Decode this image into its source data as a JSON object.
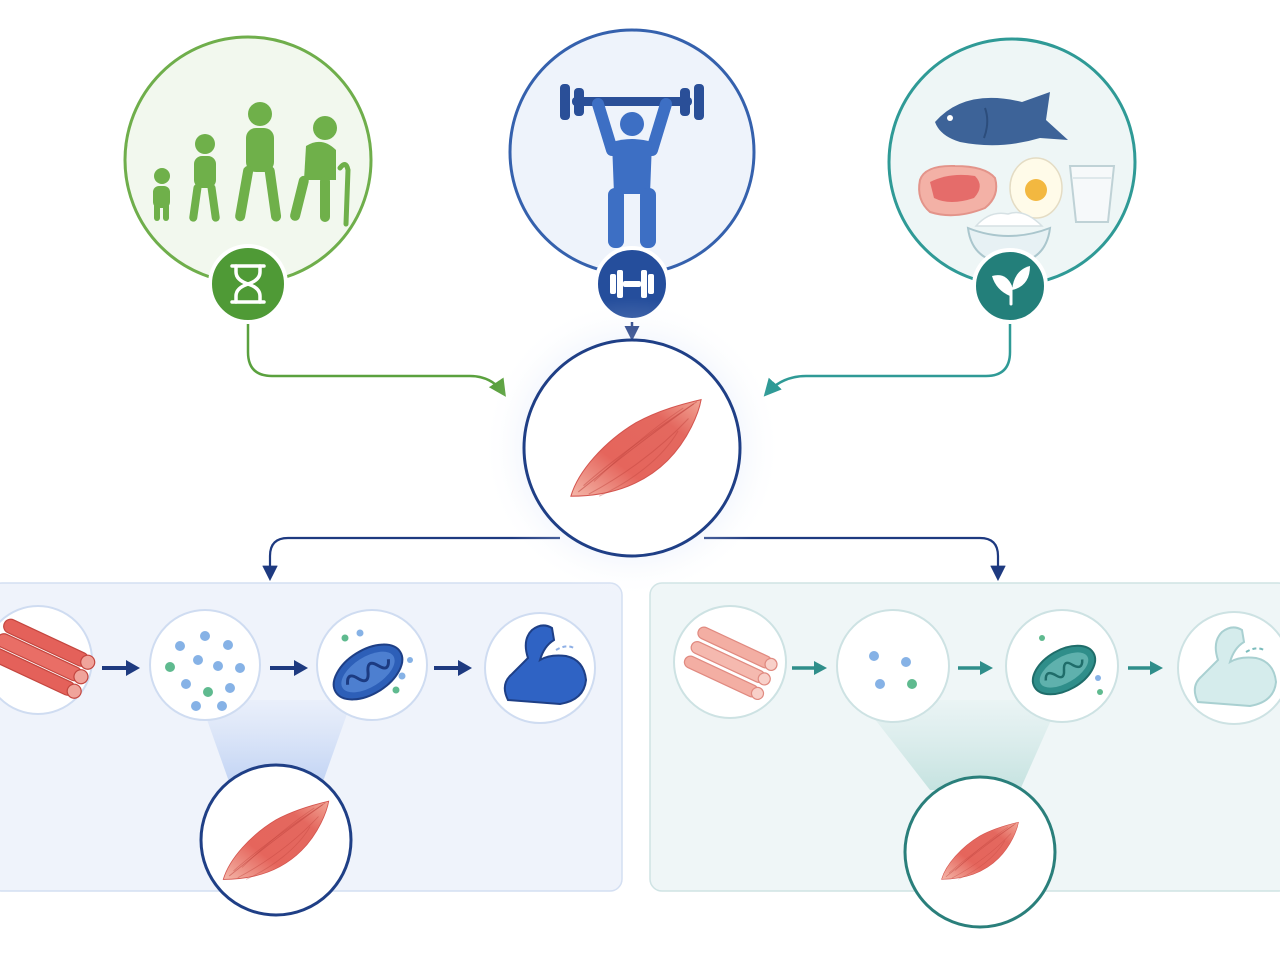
{
  "diagram": {
    "title": "",
    "factors": [
      {
        "id": "aging",
        "name": "",
        "badge_icon": "hourglass-icon",
        "color": "#5aa13e"
      },
      {
        "id": "exercise",
        "name": "",
        "badge_icon": "dumbbell-icon",
        "color": "#2c5aa8"
      },
      {
        "id": "nutrition",
        "name": "",
        "badge_icon": "leaf-icon",
        "color": "#2f9a96"
      }
    ],
    "central_node": {
      "icon": "muscle-icon",
      "color": "#1f3f86"
    },
    "pathways": [
      {
        "id": "anabolic",
        "steps": [
          "muscle-fibers-icon",
          "molecules-icon",
          "mitochondria-icon",
          "flexed-arm-icon"
        ],
        "result": "large-muscle-icon",
        "color": "#2c5aa8"
      },
      {
        "id": "catabolic",
        "steps": [
          "muscle-fibers-icon",
          "molecules-icon",
          "mitochondria-icon",
          "flexed-arm-icon"
        ],
        "result": "small-muscle-icon",
        "color": "#2f8e8a"
      }
    ],
    "colors": {
      "muscle": "#e2625a",
      "blue_panel": "#eef3fb",
      "teal_panel": "#eef6f7",
      "dark_blue": "#1e3a80"
    }
  }
}
